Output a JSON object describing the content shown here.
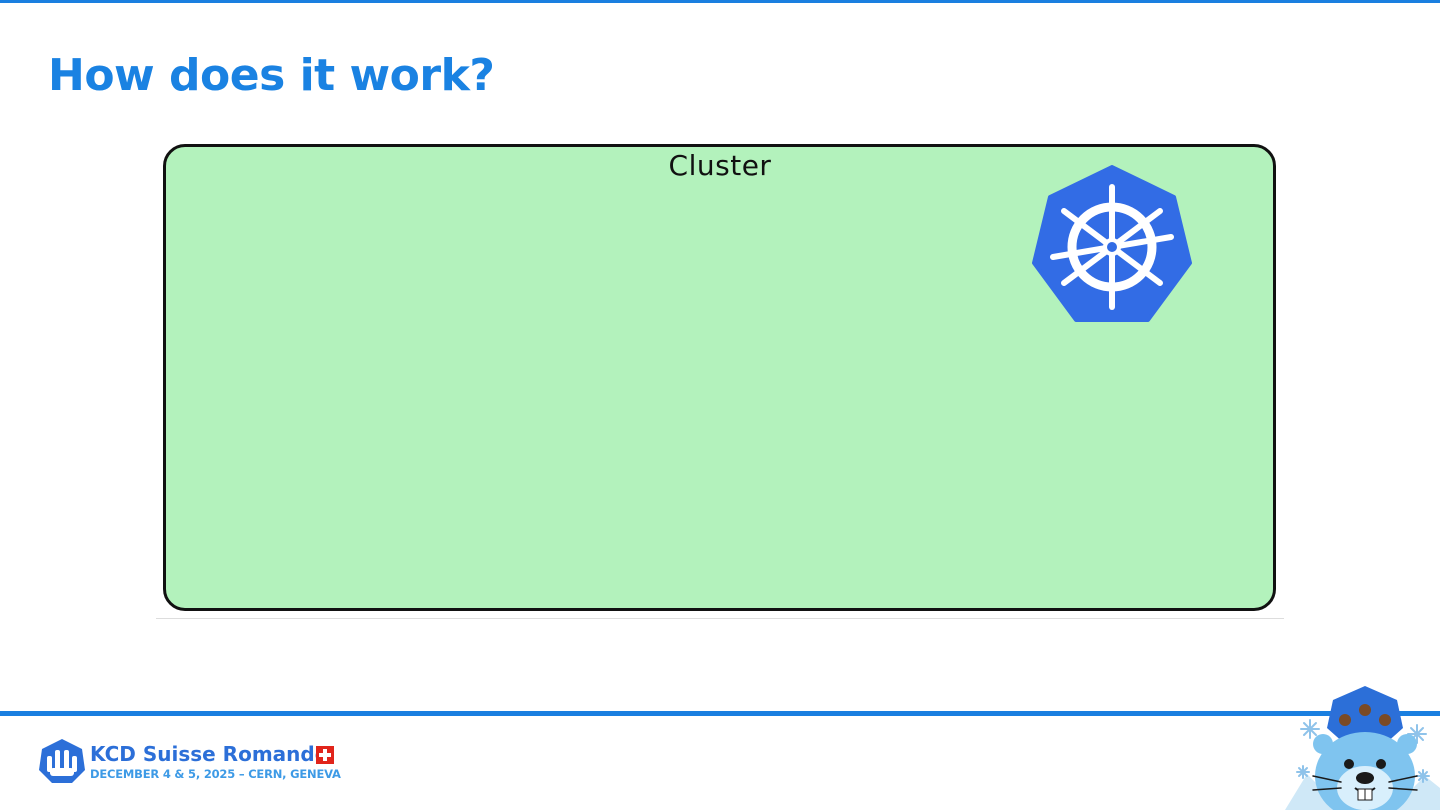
{
  "slide": {
    "title": "How does it work?"
  },
  "diagram": {
    "cluster_label": "Cluster",
    "cluster_fill": "#b3f2bc",
    "logo_icon": "kubernetes-helm-wheel-icon",
    "logo_color": "#326ce5"
  },
  "footer": {
    "event_name": "KCD Suisse Romande",
    "event_date": "DECEMBER 4 & 5, 2025 – CERN, GENEVA",
    "logo_icon": "kcd-hands-logo-icon",
    "flag_icon": "swiss-flag-icon",
    "mascot_icon": "beaver-mascot-icon"
  },
  "colors": {
    "accent": "#1a7fe0",
    "title": "#1a82e2"
  }
}
